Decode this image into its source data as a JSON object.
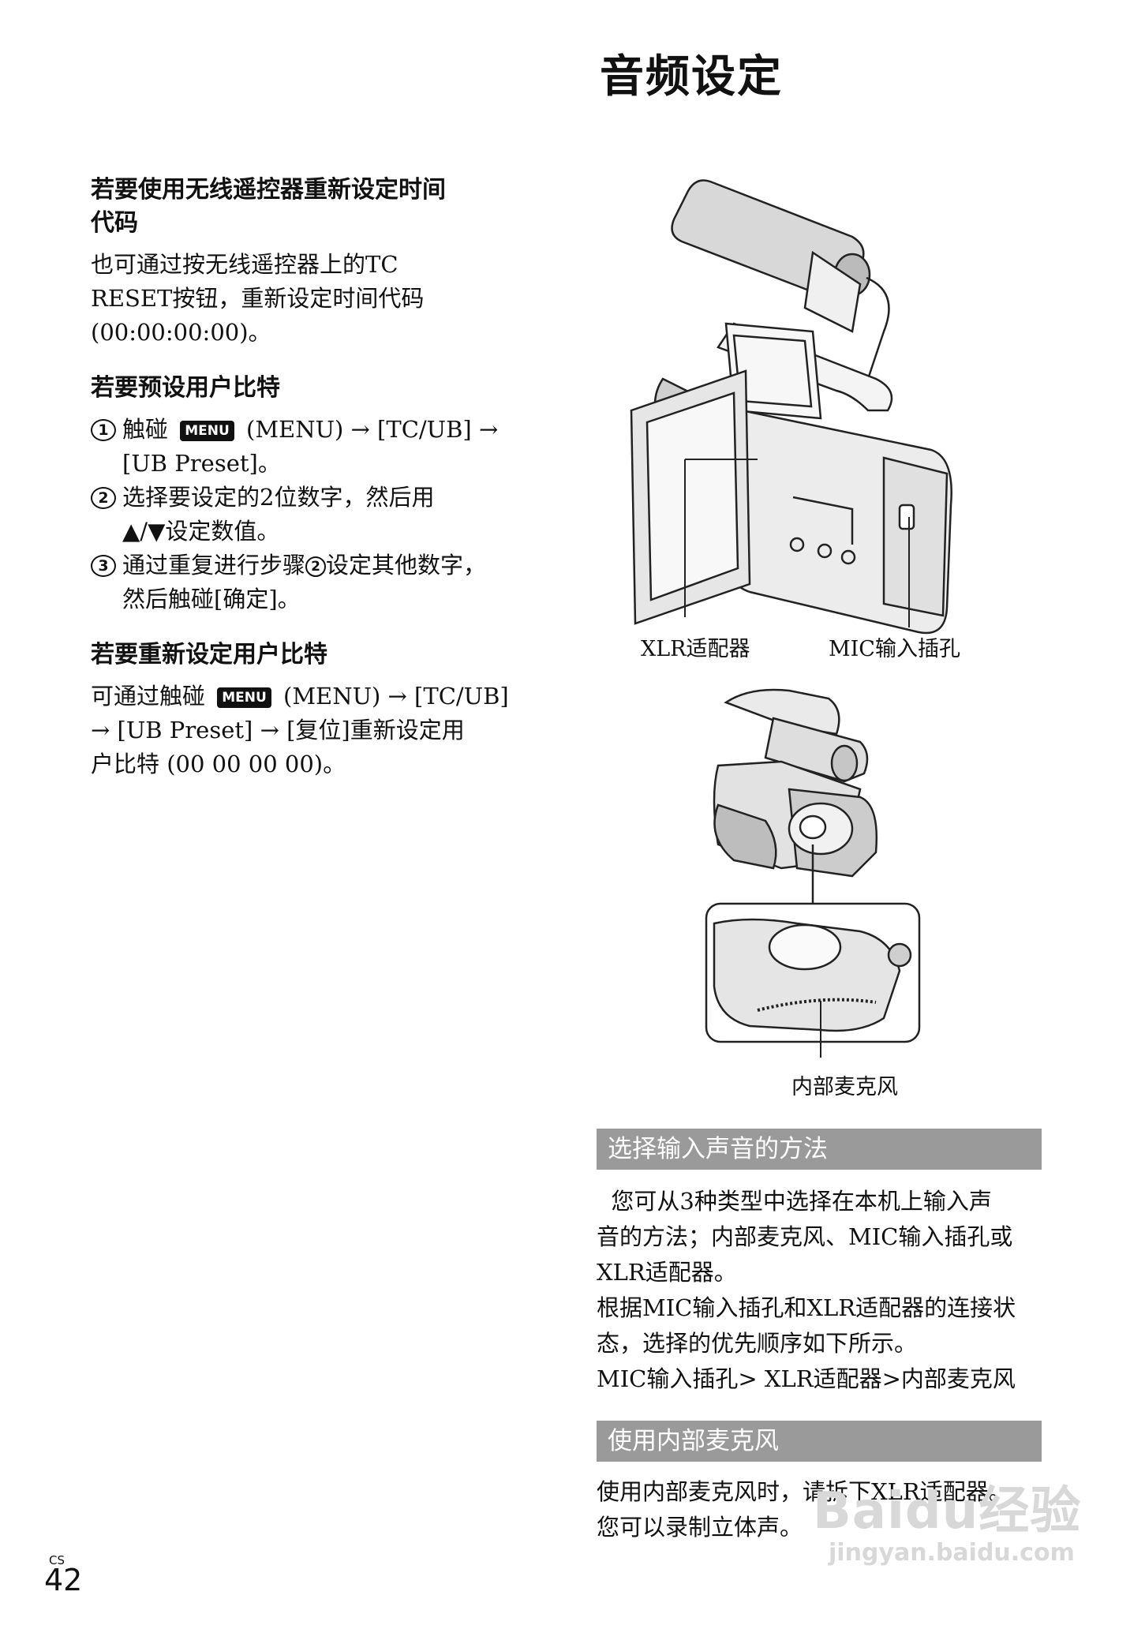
{
  "page_title": "音频设定",
  "left": {
    "sec1": {
      "heading_l1": "若要使用无线遥控器重新设定时间",
      "heading_l2": "代码",
      "lines": [
        "也可通过按无线遥控器上的TC",
        "RESET按钮，重新设定时间代码",
        "(00:00:00:00)。"
      ]
    },
    "sec2": {
      "heading": "若要预设用户比特",
      "menu_badge": "MENU",
      "step1": {
        "num": "1",
        "pre": "触碰",
        "post": "(MENU) → [TC/UB] →",
        "l2": "[UB Preset]。"
      },
      "step2": {
        "num": "2",
        "l1": "选择要设定的2位数字，然后用",
        "l2": "▲/▼设定数值。"
      },
      "step3": {
        "num": "3",
        "l1a": "通过重复进行步骤",
        "ref": "2",
        "l1b": "设定其他数字，",
        "l2": "然后触碰[确定]。"
      }
    },
    "sec3": {
      "heading": "若要重新设定用户比特",
      "menu_badge": "MENU",
      "l1_pre": "可通过触碰",
      "l1_post": "(MENU) → [TC/UB]",
      "l2": "→ [UB Preset] → [复位]重新设定用",
      "l3": "户比特 (00 00 00 00)。"
    }
  },
  "figure1": {
    "label_xlr": "XLR适配器",
    "label_mic": "MIC输入插孔"
  },
  "figure2": {
    "label_internal": "内部麦克风"
  },
  "section_select": {
    "bar": "选择输入声音的方法",
    "lines": [
      "  您可从3种类型中选择在本机上输入声",
      "音的方法；内部麦克风、MIC输入插孔或",
      "XLR适配器。",
      "根据MIC输入插孔和XLR适配器的连接状",
      "态，选择的优先顺序如下所示。",
      "MIC输入插孔> XLR适配器>内部麦克风"
    ]
  },
  "section_internal": {
    "bar": "使用内部麦克风",
    "lines": [
      "使用内部麦克风时，请拆下XLR适配器。",
      "您可以录制立体声。"
    ]
  },
  "page": {
    "lang": "CS",
    "number": "42"
  },
  "watermark": {
    "main": "Baidu经验",
    "sub": "jingyan.baidu.com"
  }
}
